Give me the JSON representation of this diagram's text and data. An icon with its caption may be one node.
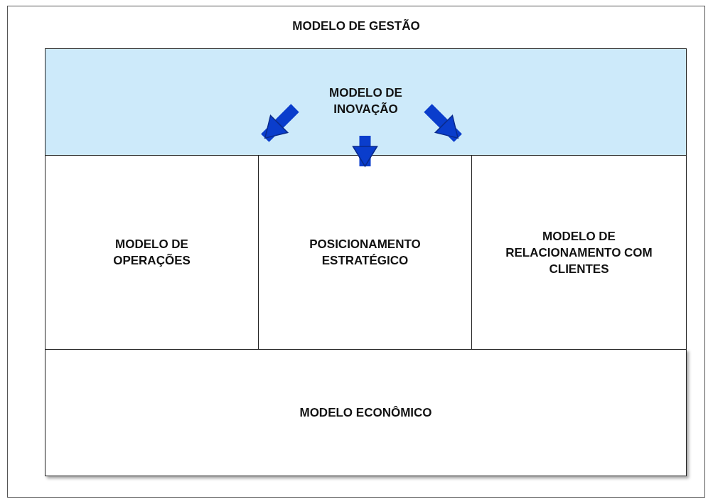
{
  "diagram": {
    "nodes": [
      {
        "text": [
          "MODELO DE GESTÃO"
        ]
      },
      {
        "text": [
          "MODELO DE INOVAÇÃO"
        ],
        "in": 0
      },
      {
        "text": [
          "MODELO DE OPERAÇÕES"
        ],
        "in": 0
      },
      {
        "text": [
          "POSICIONAMENTO ESTRATÉGICO"
        ],
        "in": 0
      },
      {
        "text": [
          "MODELO DE RELACIONAMENTO COM CLIENTES"
        ],
        "in": 0
      },
      {
        "text": [
          "MODELO ECONÔMICO"
        ],
        "in": 0
      }
    ],
    "edges": [
      {
        "from": 1,
        "to": 2,
        "arrow": "to"
      },
      {
        "from": 1,
        "to": 3,
        "arrow": "to"
      },
      {
        "from": 1,
        "to": 4,
        "arrow": "to"
      }
    ]
  }
}
